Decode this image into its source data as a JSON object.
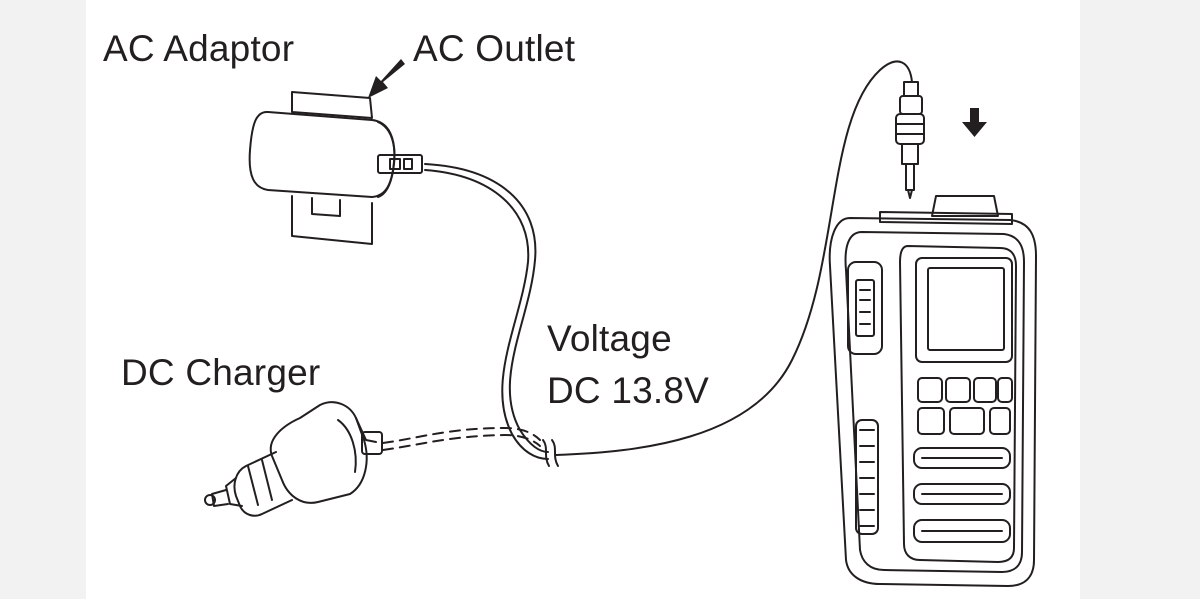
{
  "labels": {
    "ac_adaptor": "AC Adaptor",
    "ac_outlet": "AC Outlet",
    "dc_charger": "DC Charger",
    "voltage": "Voltage",
    "dc_voltage": "DC 13.8V"
  },
  "colors": {
    "ink": "#231f20",
    "background": "#ffffff",
    "side_panel": "#f2f2f2"
  },
  "icons": {
    "outlet_arrow": "arrow-down-left-icon",
    "connect_arrow": "arrow-down-icon"
  }
}
